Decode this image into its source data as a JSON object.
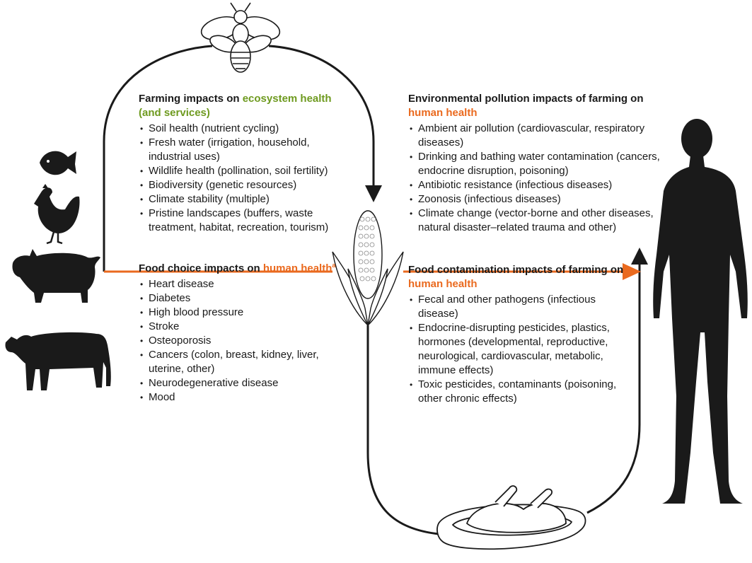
{
  "colors": {
    "accent_orange": "#ea6a1f",
    "accent_green": "#6e9a1f",
    "silhouette": "#1a1a1a",
    "line": "#1a1a1a"
  },
  "icons": [
    "bee-icon",
    "fish-icon",
    "chicken-icon",
    "pig-icon",
    "cow-icon",
    "corn-icon",
    "human-icon",
    "roast-chicken-icon"
  ],
  "ecosystem": {
    "title_pre": "Farming impacts on ",
    "title_hl": "ecosystem health (and services)",
    "items": [
      "Soil health (nutrient cycling)",
      "Fresh water (irrigation, household, industrial uses)",
      "Wildlife health (pollination, soil fertility)",
      "Biodiversity (genetic resources)",
      "Climate stability (multiple)",
      "Pristine landscapes (buffers, waste treatment, habitat, recreation, tourism)"
    ]
  },
  "food_choice": {
    "title_pre": "Food choice impacts on ",
    "title_hl": "human health",
    "title_sup": "a",
    "items": [
      "Heart disease",
      "Diabetes",
      "High blood pressure",
      "Stroke",
      "Osteoporosis",
      "Cancers (colon, breast, kidney, liver, uterine, other)",
      "Neurodegenerative disease",
      "Mood"
    ]
  },
  "pollution": {
    "title_pre": "Environmental pollution impacts of farming on ",
    "title_hl": "human health",
    "items": [
      "Ambient air pollution (cardiovascular, respiratory diseases)",
      "Drinking and bathing water contamination (cancers, endocrine disruption, poisoning)",
      "Antibiotic resistance (infectious diseases)",
      "Zoonosis (infectious diseases)",
      "Climate change (vector-borne and other diseases, natural disaster–related trauma and other)"
    ]
  },
  "contamination": {
    "title_pre": "Food contamination impacts of farming on ",
    "title_hl": "human health",
    "items": [
      "Fecal and other pathogens (infectious disease)",
      "Endocrine-disrupting pesticides, plastics, hormones (developmental, reproductive, neurological, cardiovascular, metabolic, immune effects)",
      "Toxic pesticides, contaminants (poisoning, other chronic effects)"
    ]
  }
}
